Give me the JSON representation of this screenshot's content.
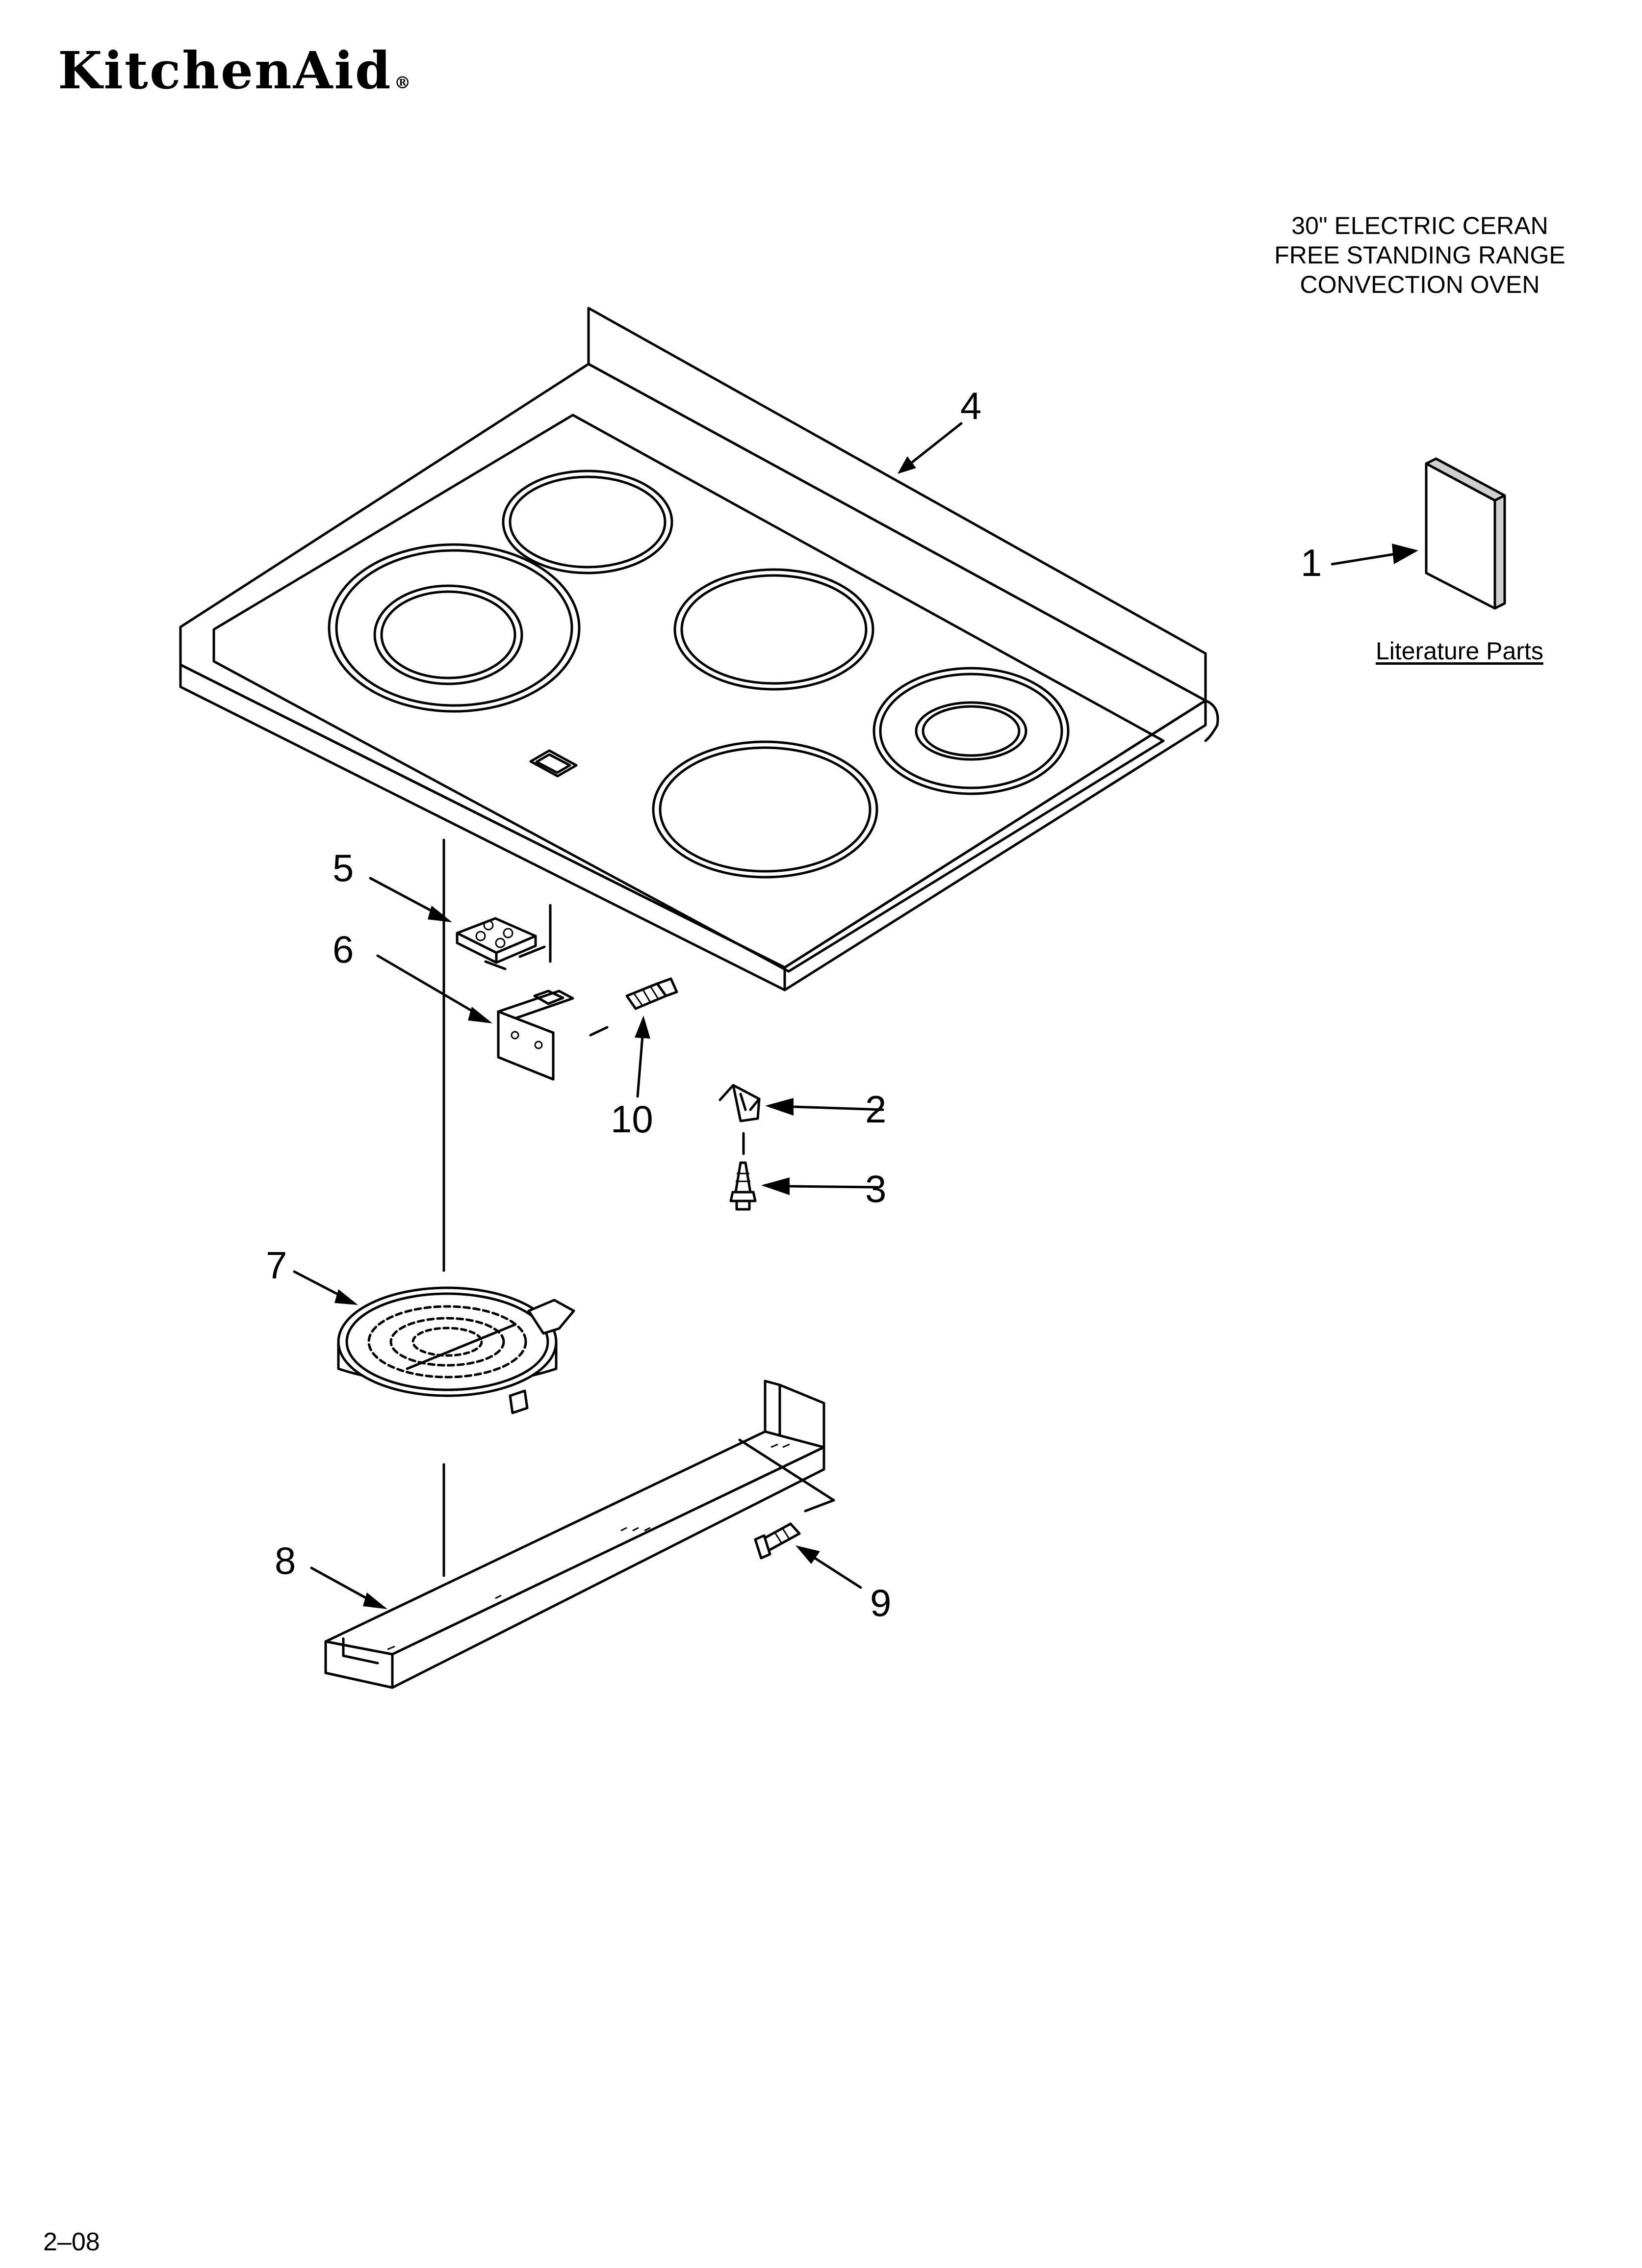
{
  "brand": {
    "name": "KitchenAid",
    "mark": "®"
  },
  "model_description": [
    "30\" ELECTRIC CERAN",
    "FREE STANDING RANGE",
    "CONVECTION OVEN"
  ],
  "literature_label": "Literature Parts",
  "callouts": [
    "1",
    "2",
    "3",
    "4",
    "5",
    "6",
    "7",
    "8",
    "9",
    "10"
  ],
  "page_code": "2–08"
}
